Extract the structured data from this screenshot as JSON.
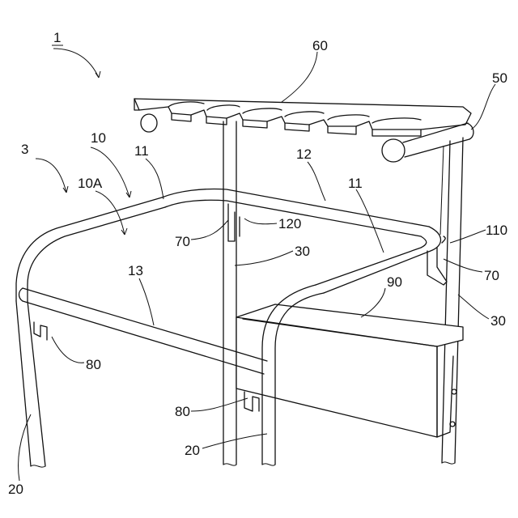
{
  "labels": {
    "assembly": "1",
    "sub_assembly": "3",
    "frame": "10",
    "frame_area": "10A",
    "frame_side_a": "11",
    "frame_side_b": "11",
    "frame_back": "12",
    "frame_front": "13",
    "leg_front_left": "20",
    "leg_front_right": "20",
    "post_center": "30",
    "post_right": "30",
    "rack": "60",
    "rod": "50",
    "hook_center": "70",
    "hook_right": "70",
    "clip_left": "80",
    "clip_center": "80",
    "tray": "90",
    "hook_right_bracket": "110",
    "center_bracket": "120"
  }
}
